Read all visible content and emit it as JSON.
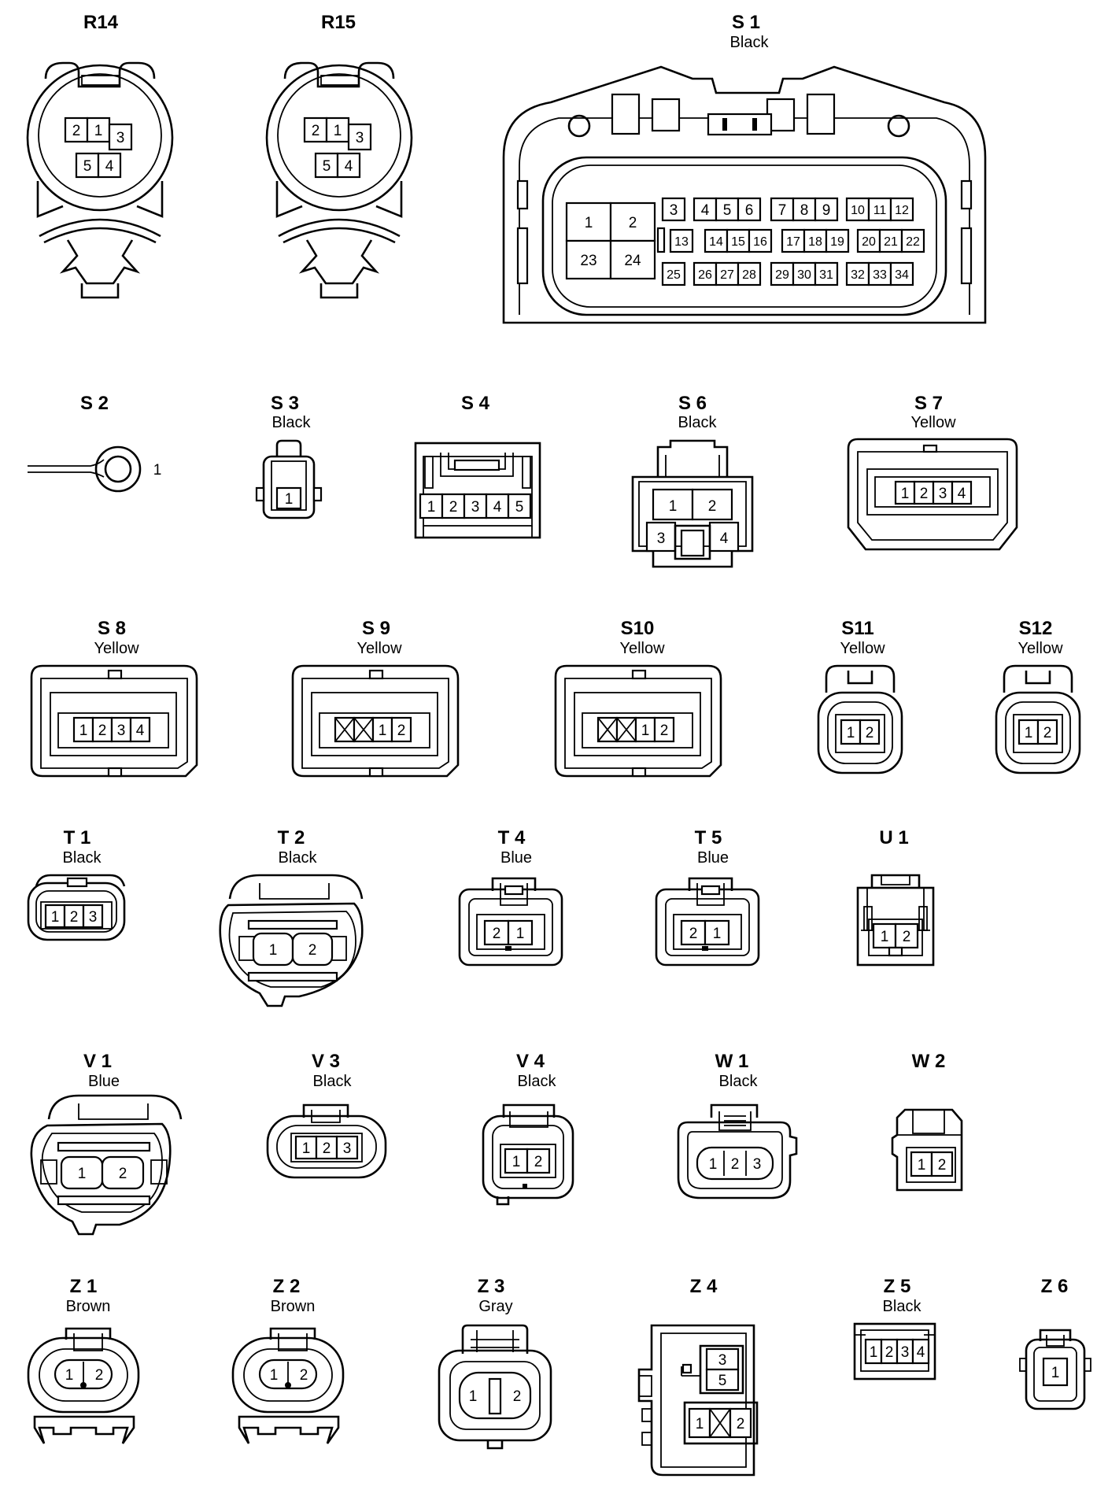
{
  "connectors": {
    "r14": {
      "code": "R14",
      "color": "",
      "pins": [
        "2",
        "1",
        "3",
        "5",
        "4"
      ]
    },
    "r15": {
      "code": "R15",
      "color": "",
      "pins": [
        "2",
        "1",
        "3",
        "5",
        "4"
      ]
    },
    "s1": {
      "code": "S 1",
      "color": "Black",
      "pins": [
        "1",
        "2",
        "23",
        "24",
        "3",
        "4",
        "5",
        "6",
        "7",
        "8",
        "9",
        "10",
        "11",
        "12",
        "13",
        "14",
        "15",
        "16",
        "17",
        "18",
        "19",
        "20",
        "21",
        "22",
        "25",
        "26",
        "27",
        "28",
        "29",
        "30",
        "31",
        "32",
        "33",
        "34"
      ]
    },
    "s2": {
      "code": "S 2",
      "color": "",
      "pins": [
        "1"
      ]
    },
    "s3": {
      "code": "S 3",
      "color": "Black",
      "pins": [
        "1"
      ]
    },
    "s4": {
      "code": "S 4",
      "color": "",
      "pins": [
        "1",
        "2",
        "3",
        "4",
        "5"
      ]
    },
    "s6": {
      "code": "S 6",
      "color": "Black",
      "pins": [
        "1",
        "2",
        "3",
        "4"
      ]
    },
    "s7": {
      "code": "S 7",
      "color": "Yellow",
      "pins": [
        "1",
        "2",
        "3",
        "4"
      ]
    },
    "s8": {
      "code": "S 8",
      "color": "Yellow",
      "pins": [
        "1",
        "2",
        "3",
        "4"
      ]
    },
    "s9": {
      "code": "S 9",
      "color": "Yellow",
      "pins": [
        "1",
        "2"
      ]
    },
    "s10": {
      "code": "S10",
      "color": "Yellow",
      "pins": [
        "1",
        "2"
      ]
    },
    "s11": {
      "code": "S11",
      "color": "Yellow",
      "pins": [
        "1",
        "2"
      ]
    },
    "s12": {
      "code": "S12",
      "color": "Yellow",
      "pins": [
        "1",
        "2"
      ]
    },
    "t1": {
      "code": "T 1",
      "color": "Black",
      "pins": [
        "1",
        "2",
        "3"
      ]
    },
    "t2": {
      "code": "T 2",
      "color": "Black",
      "pins": [
        "1",
        "2"
      ]
    },
    "t4": {
      "code": "T 4",
      "color": "Blue",
      "pins": [
        "2",
        "1"
      ]
    },
    "t5": {
      "code": "T 5",
      "color": "Blue",
      "pins": [
        "2",
        "1"
      ]
    },
    "u1": {
      "code": "U 1",
      "color": "",
      "pins": [
        "1",
        "2"
      ]
    },
    "v1": {
      "code": "V 1",
      "color": "Blue",
      "pins": [
        "1",
        "2"
      ]
    },
    "v3": {
      "code": "V 3",
      "color": "Black",
      "pins": [
        "1",
        "2",
        "3"
      ]
    },
    "v4": {
      "code": "V 4",
      "color": "Black",
      "pins": [
        "1",
        "2"
      ]
    },
    "w1": {
      "code": "W 1",
      "color": "Black",
      "pins": [
        "1",
        "2",
        "3"
      ]
    },
    "w2": {
      "code": "W 2",
      "color": "",
      "pins": [
        "1",
        "2"
      ]
    },
    "z1": {
      "code": "Z 1",
      "color": "Brown",
      "pins": [
        "1",
        "2"
      ]
    },
    "z2": {
      "code": "Z 2",
      "color": "Brown",
      "pins": [
        "1",
        "2"
      ]
    },
    "z3": {
      "code": "Z 3",
      "color": "Gray",
      "pins": [
        "1",
        "2"
      ]
    },
    "z4": {
      "code": "Z 4",
      "color": "",
      "pins": [
        "3",
        "5",
        "1",
        "2"
      ]
    },
    "z5": {
      "code": "Z 5",
      "color": "Black",
      "pins": [
        "1",
        "2",
        "3",
        "4"
      ]
    },
    "z6": {
      "code": "Z 6",
      "color": "",
      "pins": [
        "1"
      ]
    }
  }
}
